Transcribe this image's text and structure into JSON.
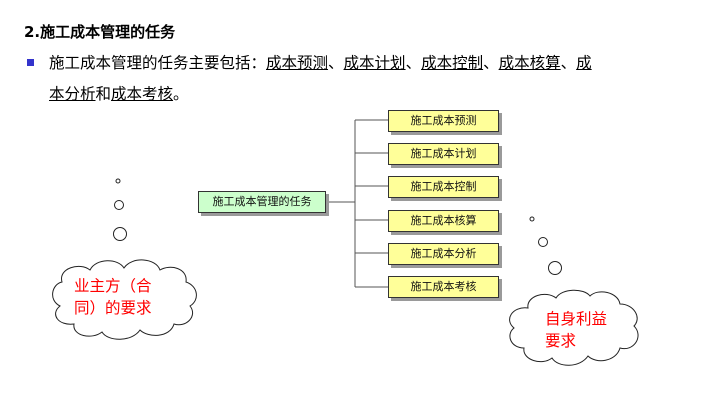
{
  "title": "2.施工成本管理的任务",
  "bullet": {
    "prefix": "施工成本管理的任务主要包括：",
    "items": [
      "成本预测",
      "成本计划",
      "成本控制",
      "成本核算",
      "成本分析",
      "成本考核"
    ],
    "sep": "、",
    "conj": "和",
    "end": "。",
    "line1_tail": "成",
    "line2_head": "本分析"
  },
  "diagram": {
    "root": "施工成本管理的任务",
    "children": [
      "施工成本预测",
      "施工成本计划",
      "施工成本控制",
      "施工成本核算",
      "施工成本分析",
      "施工成本考核"
    ],
    "colors": {
      "root_fill": "#ccffcc",
      "leaf_fill": "#ffff99"
    }
  },
  "clouds": {
    "left": {
      "line1": "业主方（合",
      "line2": "同）的要求"
    },
    "right": {
      "line1": "自身利益",
      "line2": "要求"
    },
    "text_color": "#ff0000"
  }
}
